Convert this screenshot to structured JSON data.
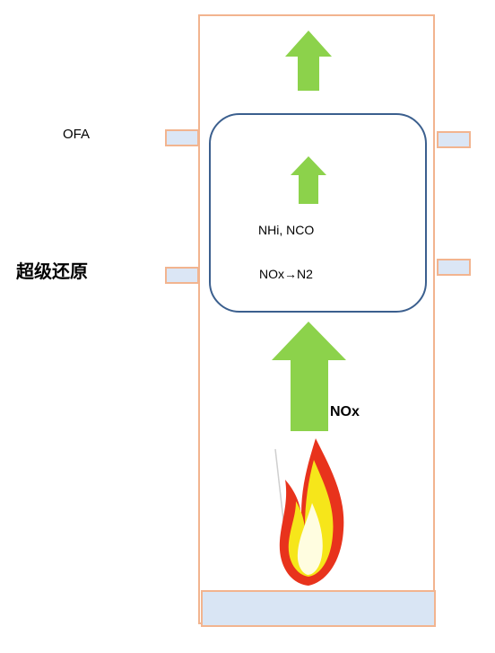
{
  "labels": {
    "ofa": "OFA",
    "super_reduction": "超级还原",
    "intermediates": "NHi, NCO",
    "reaction": "NOx→N2",
    "nox": "NOx"
  },
  "colors": {
    "furnace_outline": "#f2b48f",
    "port_fill": "#dbe6f5",
    "zone_outline": "#3b5f8e",
    "arrow_green": "#8cd24b",
    "flame_outer": "#e8331c",
    "flame_mid": "#f6e61a",
    "flame_core": "#fffde0"
  },
  "icons": [
    "flame-icon",
    "up-arrow-icon"
  ]
}
